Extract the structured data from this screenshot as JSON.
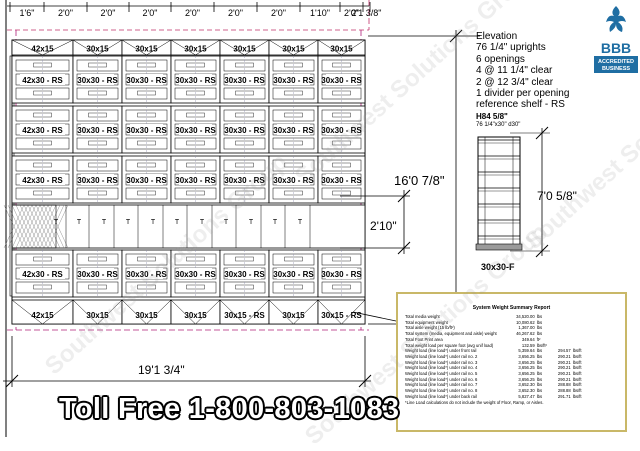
{
  "top_dims": [
    "1'6\"",
    "2'0\"",
    "2'0\"",
    "2'0\"",
    "2'0\"",
    "2'0\"",
    "2'0\"",
    "1'10\"",
    "2'0\"",
    "2'1 3/8\""
  ],
  "rows": [
    {
      "kind": "shelf",
      "labels": [
        "42x15",
        "30x15",
        "30x15",
        "30x15",
        "30x15",
        "30x15",
        "30x15"
      ]
    },
    {
      "kind": "carriage",
      "labels": [
        "42x30 - RS",
        "30x30 - RS",
        "30x30 - RS",
        "30x30 - RS",
        "30x30 - RS",
        "30x30 - RS",
        "30x30 - RS"
      ]
    },
    {
      "kind": "carriage",
      "labels": [
        "42x30 - RS",
        "30x30 - RS",
        "30x30 - RS",
        "30x30 - RS",
        "30x30 - RS",
        "30x30 - RS",
        "30x30 - RS"
      ]
    },
    {
      "kind": "carriage",
      "labels": [
        "42x30 - RS",
        "30x30 - RS",
        "30x30 - RS",
        "30x30 - RS",
        "30x30 - RS",
        "30x30 - RS",
        "30x30 - RS"
      ]
    },
    {
      "kind": "carriage",
      "labels": [
        "42x30 - RS",
        "30x30 - RS",
        "30x30 - RS",
        "30x30 - RS",
        "30x30 - RS",
        "30x30 - RS",
        "30x30 - RS"
      ]
    },
    {
      "kind": "shelf",
      "labels": [
        "42x15",
        "30x15",
        "30x15",
        "30x15",
        "30x15 - RS",
        "30x15",
        "30x15 - RS"
      ]
    }
  ],
  "aisle_marks": [
    "T",
    "T",
    "T",
    "T",
    "T",
    "T",
    "T",
    "T",
    "T",
    "T",
    "T"
  ],
  "dims": {
    "depth": "16'0 7/8\"",
    "aisle": "2'10\"",
    "width": "19'1 3/4\"",
    "elev_height": "7'0 5/8\""
  },
  "elevation": {
    "lines": [
      "Elevation",
      "76 1/4\" uprights",
      "6 openings",
      "4 @ 11 1/4\" clear",
      "2 @ 12 3/4\" clear",
      "1 divider per opening",
      "reference shelf - RS"
    ],
    "model": "H84 5/8\"",
    "model_sub": "76 1/4\"x30\" d30\"",
    "unit_label": "30x30-F"
  },
  "report": {
    "title": "System Weight Summary Report",
    "rows": [
      [
        "Total media weight",
        "34,520.00",
        "lbs",
        "",
        ""
      ],
      [
        "Total equipment weight",
        "10,080.62",
        "lbs",
        "",
        ""
      ],
      [
        "Total aisle weight (15 lb/ft²)",
        "1,367.00",
        "lbs",
        "",
        ""
      ],
      [
        "Total system (media, equipment and aisle) weight",
        "46,267.62",
        "lbs",
        "",
        ""
      ],
      [
        "Total Foot Print area",
        "349.64",
        "ft²",
        "",
        ""
      ],
      [
        "Total weight load per square foot (avg unif load)",
        "132.59",
        "lbs/ft²",
        "",
        ""
      ],
      [
        "Weight load (line load*) under front rail",
        "5,359.64",
        "lbs",
        "294.57",
        "lbs/ft"
      ],
      [
        "Weight load (line load*) under rail no. 2",
        "3,656.25",
        "lbs",
        "290.21",
        "lbs/ft"
      ],
      [
        "Weight load (line load*) under rail no. 3",
        "3,656.25",
        "lbs",
        "290.21",
        "lbs/ft"
      ],
      [
        "Weight load (line load*) under rail no. 4",
        "3,656.25",
        "lbs",
        "290.21",
        "lbs/ft"
      ],
      [
        "Weight load (line load*) under rail no. 5",
        "3,656.25",
        "lbs",
        "290.21",
        "lbs/ft"
      ],
      [
        "Weight load (line load*) under rail no. 6",
        "3,656.25",
        "lbs",
        "290.21",
        "lbs/ft"
      ],
      [
        "Weight load (line load*) under rail no. 7",
        "3,652.30",
        "lbs",
        "288.88",
        "lbs/ft"
      ],
      [
        "Weight load (line load*) under rail no. 8",
        "3,652.30",
        "lbs",
        "288.88",
        "lbs/ft"
      ],
      [
        "Weight load (line load*) under back rail",
        "5,827.47",
        "lbs",
        "291.71",
        "lbs/ft"
      ]
    ],
    "footnote": "*Line Load calculations do not include the weight of Floor, Ramp, or Aisles."
  },
  "bbb": {
    "letters": "BBB",
    "line1": "ACCREDITED",
    "line2": "BUSINESS"
  },
  "tollfree": "Toll Free 1-800-803-1083",
  "watermark": "Southwest Solutions Group",
  "colors": {
    "rail": "#b0207a",
    "grid": "#9090b0",
    "report_border": "#c9b868",
    "bbb": "#1f6ea3"
  }
}
